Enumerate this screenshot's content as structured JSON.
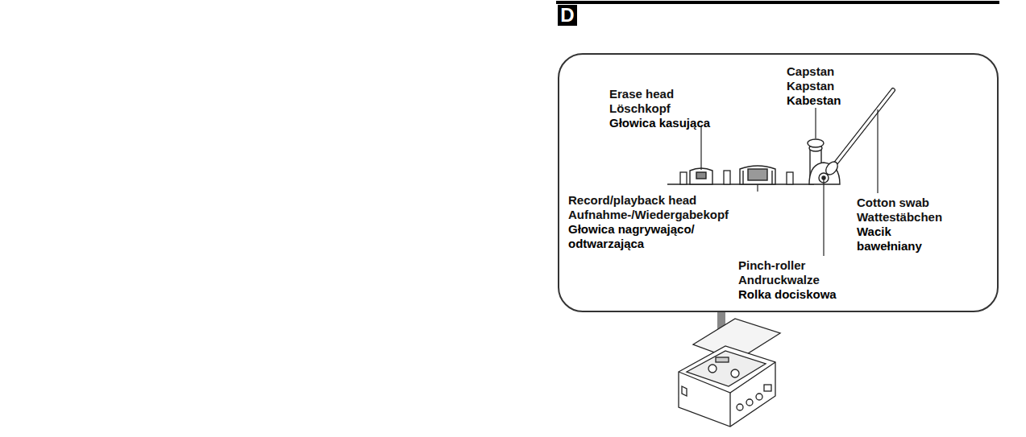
{
  "diagram": {
    "labels": [
      "D",
      "Erase head",
      "Löschkopf",
      "Głowica kasująca",
      "Capstan",
      "Kapstan",
      "Kabestan",
      "Record/playback head",
      "Aufnahme-/Wiedergabekopf",
      "Głowica nagrywająco/ odtwarzająca",
      "Cotton swab",
      "Wattestäbchen",
      "Wacik bawełniany",
      "Pinch-roller",
      "Andruckwalze",
      "Rolka dociskowa"
    ]
  }
}
